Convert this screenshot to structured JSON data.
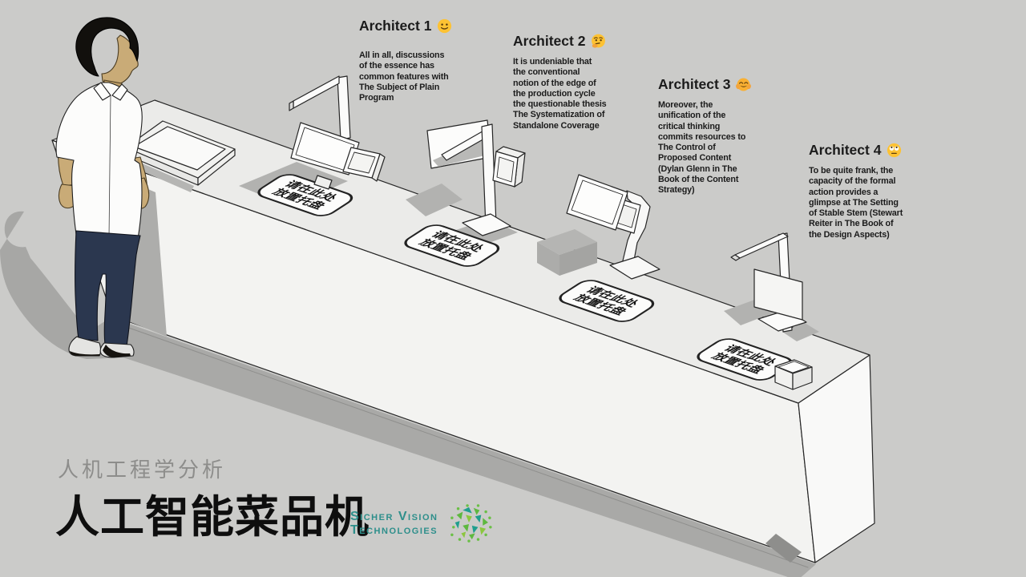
{
  "annotations": [
    {
      "heading": "Architect 1",
      "emoji_char": "🙂",
      "emoji_name": "slightly-smiling-face",
      "body": "All in all, discussions\nof the essence has\ncommon features with\nThe Subject of Plain\nProgram"
    },
    {
      "heading": "Architect 2",
      "emoji_char": "🤔",
      "emoji_name": "thinking-face",
      "body": "It is undeniable that\nthe conventional\nnotion of the edge of\nthe production cycle\nthe questionable thesis\nThe Systematization of\nStandalone Coverage"
    },
    {
      "heading": "Architect 3",
      "emoji_char": "🤗",
      "emoji_name": "hugging-face",
      "body": "Moreover, the\nunification of the\ncritical thinking\ncommits resources to\nThe Control of\nProposed Content\n(Dylan Glenn in The\nBook of the Content\nStrategy)"
    },
    {
      "heading": "Architect 4",
      "emoji_char": "🙄",
      "emoji_name": "face-with-rolling-eyes",
      "body": "To be quite frank, the\ncapacity of the formal\naction provides a\nglimpse at The Setting\nof Stable Stem (Stewart\nReiter in The Book of\nthe Design Aspects)"
    }
  ],
  "placard": {
    "line1": "请在此处",
    "line2": "放置托盘"
  },
  "footer": {
    "subtitle": "人机工程学分析",
    "title": "人工智能菜品机",
    "logo_line1": "Sicher Vision",
    "logo_line2": "Technologies"
  },
  "colors": {
    "background": "#cbcbc9",
    "logo_teal": "#2e8f8b",
    "logo_green": "#5eb83f",
    "ink": "#1b1b1b"
  }
}
